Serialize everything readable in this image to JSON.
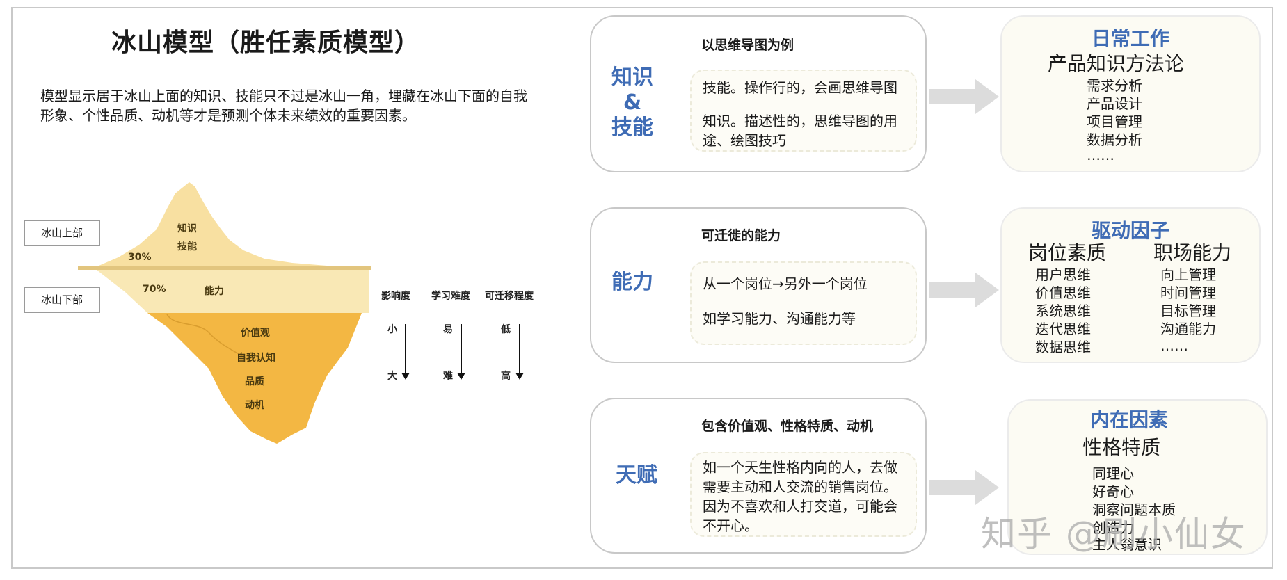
{
  "title": "冰山模型（胜任素质模型）",
  "description": "模型显示居于冰山上面的知识、技能只不过是冰山一角，埋藏在冰山下面的自我形象、个性品质、动机等才是预测个体未来绩效的重要因素。",
  "iceberg": {
    "above_box": "冰山上部",
    "below_box": "冰山下部",
    "above_pct": "30%",
    "below_pct": "70%",
    "above_items": [
      "知识",
      "技能"
    ],
    "mid_item": "能力",
    "deep_items": [
      "价值观",
      "自我认知",
      "品质",
      "动机"
    ],
    "colors": {
      "tip": "#f7e3a6",
      "mid": "#f9e7b3",
      "deep": "#f3b743",
      "waterline": "#e2c57e"
    }
  },
  "scales": [
    {
      "header": "影响度",
      "top": "小",
      "bottom": "大"
    },
    {
      "header": "学习难度",
      "top": "易",
      "bottom": "难"
    },
    {
      "header": "可迁移程度",
      "top": "低",
      "bottom": "高"
    }
  ],
  "cards": [
    {
      "category_lines": [
        "知识",
        "&",
        "技能"
      ],
      "heading": "以思维导图为例",
      "body": [
        "技能。操作行的，会画思维导图",
        "知识。描述性的，思维导图的用途、绘图技巧"
      ]
    },
    {
      "category_lines": [
        "能力"
      ],
      "heading": "可迁徙的能力",
      "body": [
        "从一个岗位→另外一个岗位",
        "如学习能力、沟通能力等"
      ]
    },
    {
      "category_lines": [
        "天赋"
      ],
      "heading": "包含价值观、性格特质、动机",
      "body": [
        "如一个天生性格内向的人，去做需要主动和人交流的销售岗位。因为不喜欢和人打交道，可能会不开心。"
      ]
    }
  ],
  "right_cards": [
    {
      "title": "日常工作",
      "subtitle": "产品知识方法论",
      "items": [
        "需求分析",
        "产品设计",
        "项目管理",
        "数据分析",
        "……"
      ]
    },
    {
      "title": "驱动因子",
      "col1_title": "岗位素质",
      "col2_title": "职场能力",
      "col1_items": [
        "用户思维",
        "价值思维",
        "系统思维",
        "迭代思维",
        "数据思维"
      ],
      "col2_items": [
        "向上管理",
        "时间管理",
        "目标管理",
        "沟通能力",
        "……"
      ]
    },
    {
      "title": "内在因素",
      "subtitle": "性格特质",
      "items": [
        "同理心",
        "好奇心",
        "洞察问题本质",
        "创造力",
        "主人翁意识"
      ]
    }
  ],
  "watermark": "知乎 @刷小仙女",
  "accent_color": "#3f6cb5"
}
